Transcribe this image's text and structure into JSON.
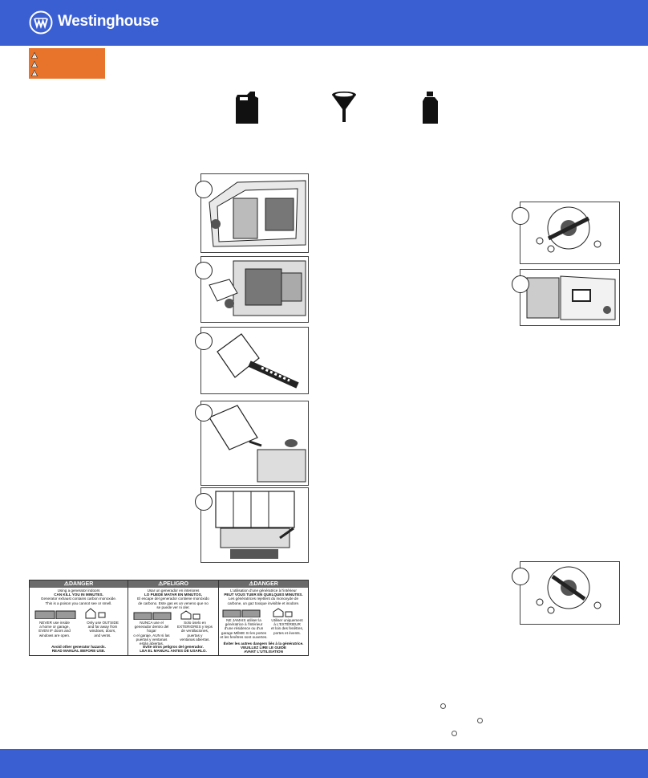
{
  "header": {
    "brand": "Westinghouse",
    "bar_color": "#3a5fd3"
  },
  "warning_box": {
    "color": "#e8732a",
    "icons": [
      "warning-triangle-icon",
      "warning-triangle-icon",
      "warning-triangle-icon"
    ]
  },
  "tools": [
    "gas-can-icon",
    "funnel-icon",
    "oil-bottle-icon"
  ],
  "left_figures": [
    "fig-generator-panel",
    "fig-opening-access-panel",
    "fig-oil-dipstick",
    "fig-refueling",
    "fig-fuel-cap"
  ],
  "right_figures": [
    "fig-fuel-knob-top",
    "fig-recoil-handle",
    "fig-fuel-knob-bottom"
  ],
  "safety_label": {
    "english": {
      "heading": "⚠DANGER",
      "lines1": [
        "Using a generator indoors",
        "CAN KILL YOU IN MINUTES.",
        "Generator exhaust contains carbon monoxide.",
        "This is a poison you cannot see or smell."
      ],
      "never": [
        "NEVER use inside",
        "a home or garage,",
        "EVEN IF doors and",
        "windows are open."
      ],
      "only": [
        "Only use OUTSIDE",
        "and far away from",
        "windows, doors,",
        "and vents."
      ],
      "footer": [
        "Avoid other generator hazards.",
        "READ MANUAL BEFORE USE."
      ]
    },
    "spanish": {
      "heading": "⚠PELIGRO",
      "lines1": [
        "Usar un generador en interiores",
        "LO PUEDE MATAR EN MINUTOS.",
        "El escape del generador contiene monóxido",
        "de carbono. Este gas es un veneno que no",
        "se puede ver ni oler."
      ],
      "never": [
        "NUNCA use el",
        "generador dentro del hogar",
        "o el garaje, AUN si las",
        "puertas y ventanas",
        "están abiertas."
      ],
      "only": [
        "Solo úselo en",
        "EXTERIORES y lejos",
        "de ventilaciones,",
        "puertas y",
        "ventanas abiertas."
      ],
      "footer": [
        "Evite otros peligros del generador.",
        "LEA EL MANUAL ANTES DE USARLO."
      ]
    },
    "french": {
      "heading": "⚠DANGER",
      "lines1": [
        "L'utilisation d'une génératrice à l'intérieur",
        "PEUT VOUS TUER EN QUELQUES MINUTES.",
        "Les génératrices rejettent du monoxyde de",
        "carbone, un gaz toxique invisible et inodore."
      ],
      "never": [
        "NE JAMAIS utiliser la",
        "génératrice à l'intérieur",
        "d'une résidence ou d'un",
        "garage MÊME SI les portes",
        "et les fenêtres sont ouvertes."
      ],
      "only": [
        "Utiliser uniquement",
        "à L'EXTÉRIEUR",
        "et loin des fenêtres,",
        "portes et évents."
      ],
      "footer": [
        "Éviter les autres dangers liés à la génératrice.",
        "VEUILLEZ LIRE LE GUIDE",
        "AVANT L'UTILISATION"
      ]
    }
  }
}
